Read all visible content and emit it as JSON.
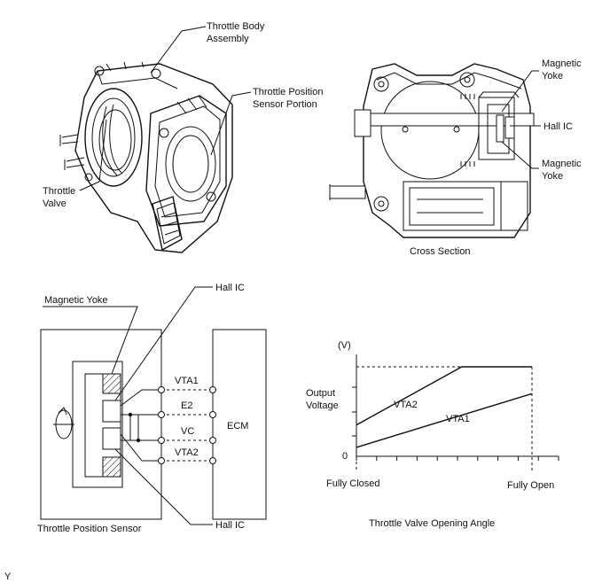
{
  "top_left": {
    "throttle_body_assembly": [
      "Throttle Body",
      "Assembly"
    ],
    "tps_portion": [
      "Throttle Position",
      "Sensor Portion"
    ],
    "throttle_valve": [
      "Throttle",
      "Valve"
    ]
  },
  "top_right": {
    "magnetic_yoke_upper": [
      "Magnetic",
      "Yoke"
    ],
    "hall_ic": "Hall IC",
    "magnetic_yoke_lower": [
      "Magnetic",
      "Yoke"
    ],
    "caption": "Cross Section"
  },
  "circuit": {
    "magnetic_yoke": "Magnetic Yoke",
    "hall_ic_top": "Hall IC",
    "hall_ic_bottom": "Hall IC",
    "terminals": [
      "VTA1",
      "E2",
      "VC",
      "VTA2"
    ],
    "ecm": "ECM",
    "caption": "Throttle Position Sensor"
  },
  "graph": {
    "y_unit": "(V)",
    "y_label": [
      "Output",
      "Voltage"
    ],
    "y_zero": "0",
    "x_start": "Fully Closed",
    "x_end": "Fully Open",
    "caption": "Throttle Valve Opening Angle"
  },
  "chart_data": {
    "type": "line",
    "x_labels": [
      "Fully Closed",
      "Fully Open"
    ],
    "series": [
      {
        "name": "VTA2",
        "points": [
          [
            0,
            0.35
          ],
          [
            0.6,
            1.0
          ],
          [
            1.0,
            1.0
          ]
        ]
      },
      {
        "name": "VTA1",
        "points": [
          [
            0,
            0.1
          ],
          [
            1.0,
            0.7
          ]
        ]
      }
    ],
    "max_line": 1.0,
    "ylim": [
      0,
      1.0
    ]
  },
  "corner_mark": "Y"
}
